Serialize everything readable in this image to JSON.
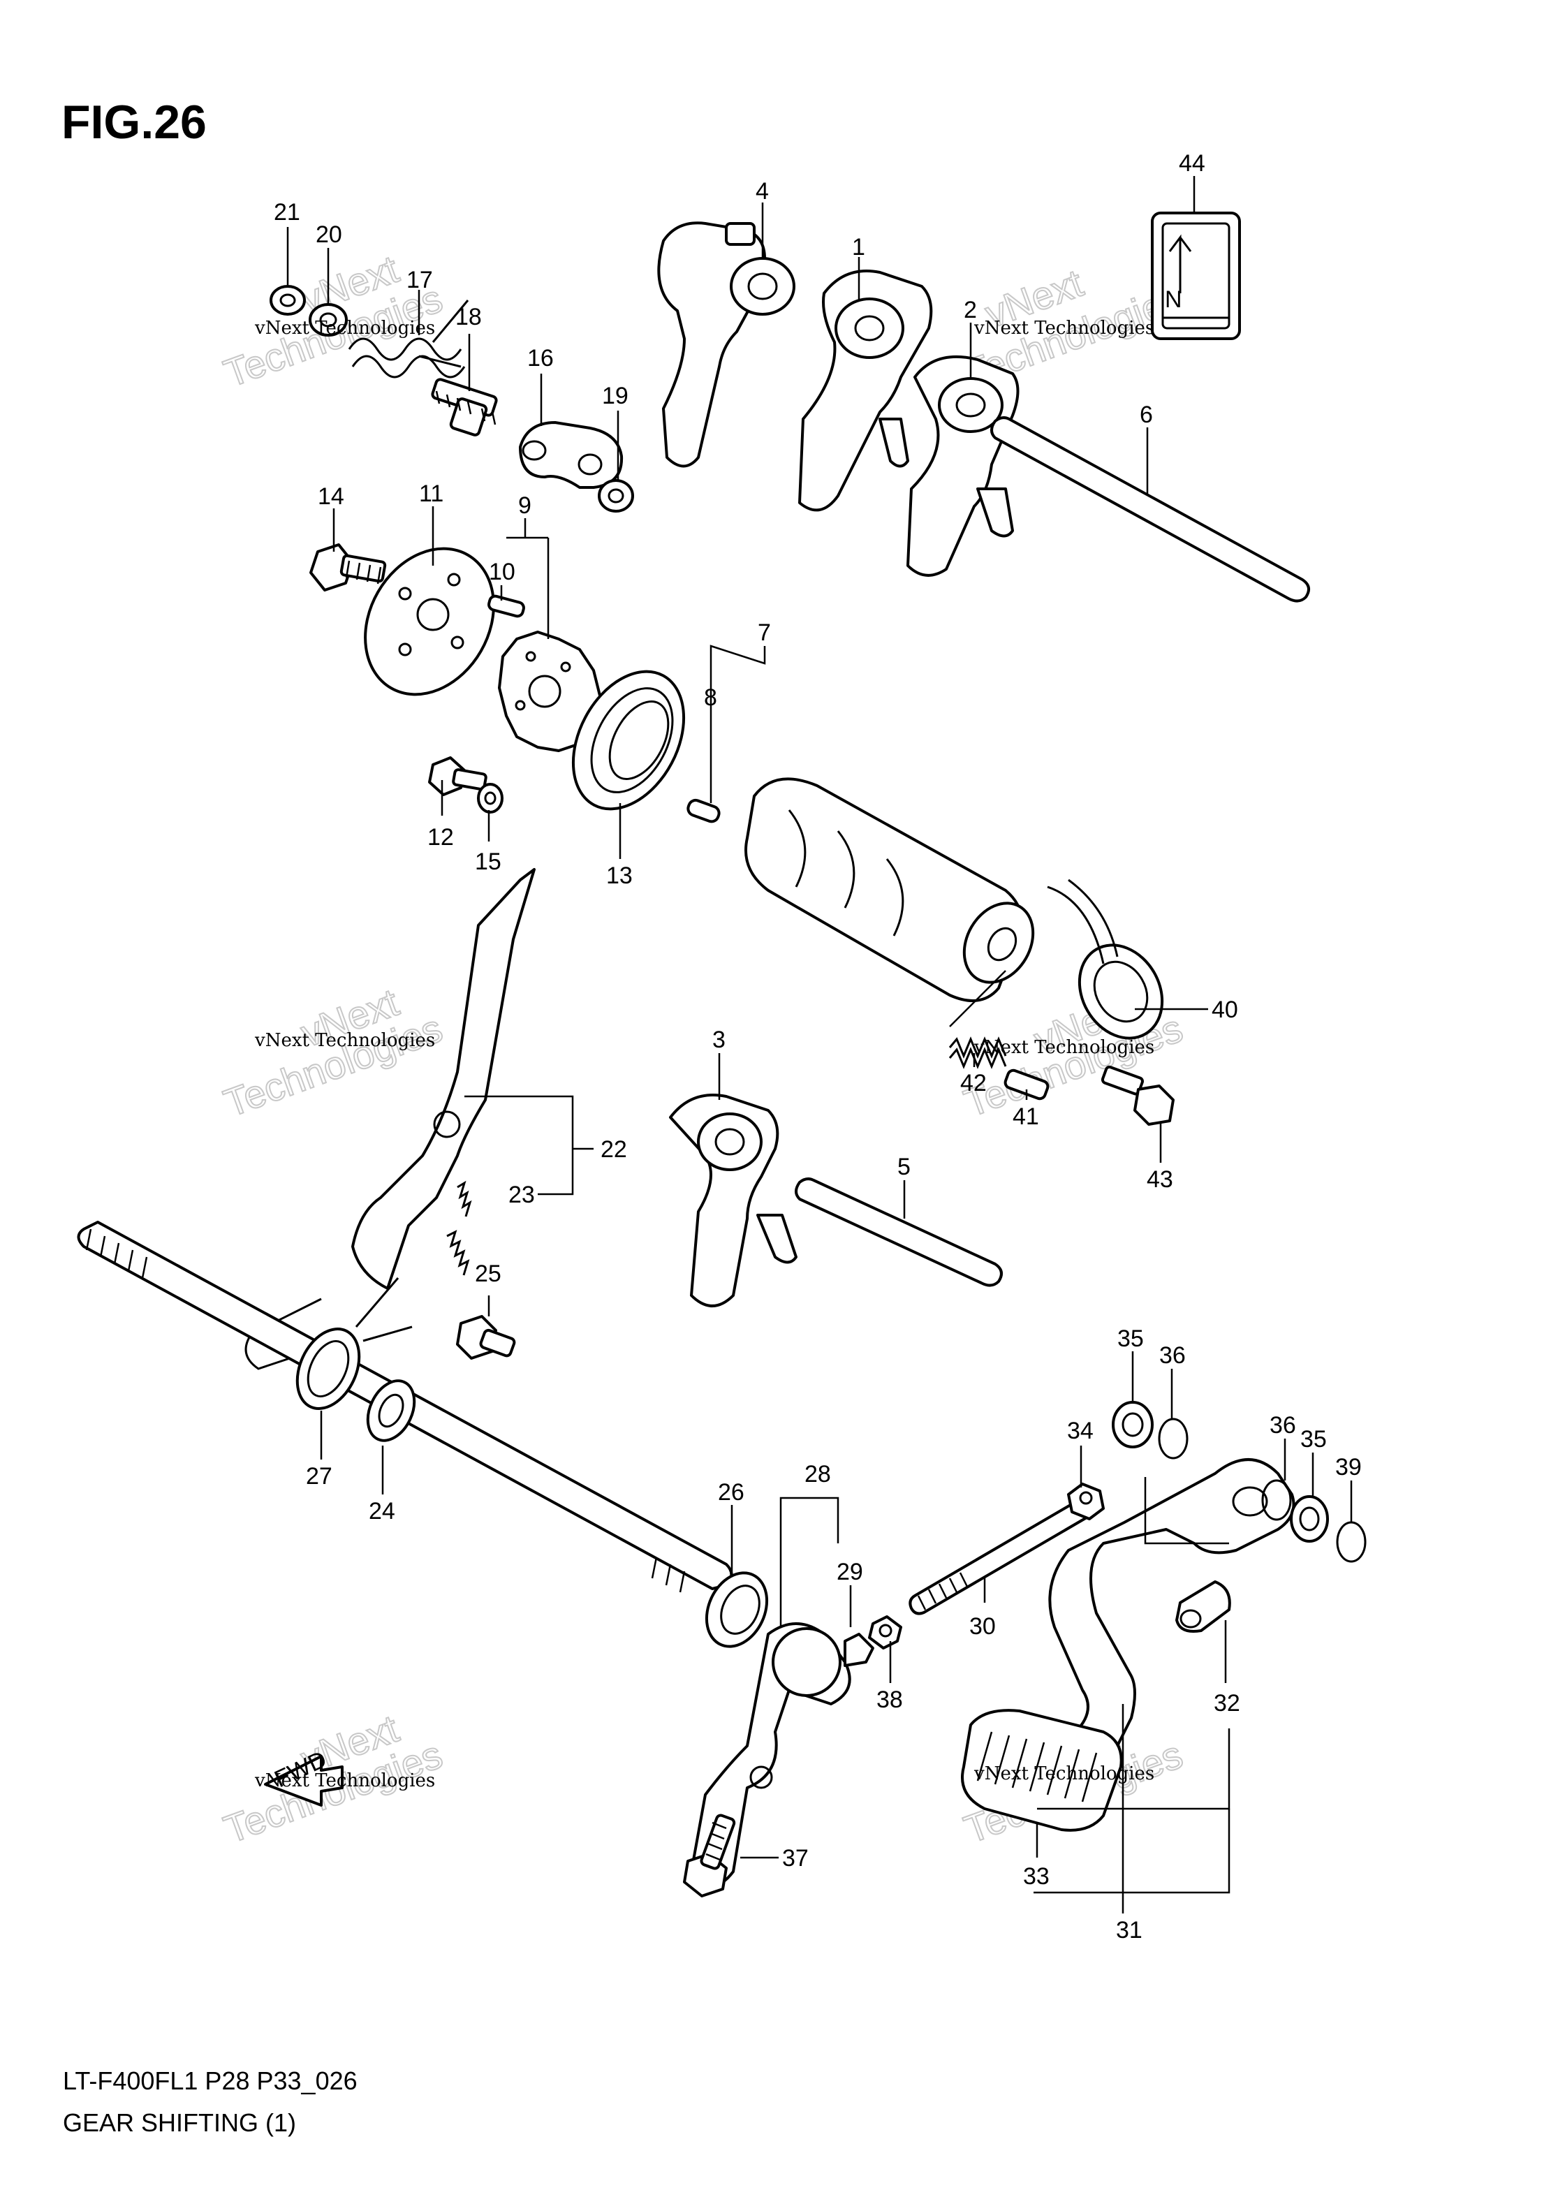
{
  "figure": {
    "title": "FIG.26",
    "model_code": "LT-F400FL1 P28 P33_026",
    "caption": "GEAR SHIFTING (1)"
  },
  "watermark": {
    "line1": "vNext Technologies",
    "line2": "Technologies",
    "line3": "vNext"
  },
  "fwd_label": "FWD",
  "label_44": {
    "symbol": "N"
  },
  "callouts": {
    "c1": "1",
    "c2": "2",
    "c3": "3",
    "c4": "4",
    "c5": "5",
    "c6": "6",
    "c7": "7",
    "c8": "8",
    "c9": "9",
    "c10": "10",
    "c11": "11",
    "c12": "12",
    "c13": "13",
    "c14": "14",
    "c15": "15",
    "c16": "16",
    "c17": "17",
    "c18": "18",
    "c19": "19",
    "c20": "20",
    "c21": "21",
    "c22": "22",
    "c23": "23",
    "c24": "24",
    "c25": "25",
    "c26": "26",
    "c27": "27",
    "c28": "28",
    "c29": "29",
    "c30": "30",
    "c31": "31",
    "c32": "32",
    "c33": "33",
    "c34": "34",
    "c35a": "35",
    "c35b": "35",
    "c36a": "36",
    "c36b": "36",
    "c37": "37",
    "c38": "38",
    "c39": "39",
    "c40": "40",
    "c41": "41",
    "c42": "42",
    "c43": "43",
    "c44": "44"
  }
}
